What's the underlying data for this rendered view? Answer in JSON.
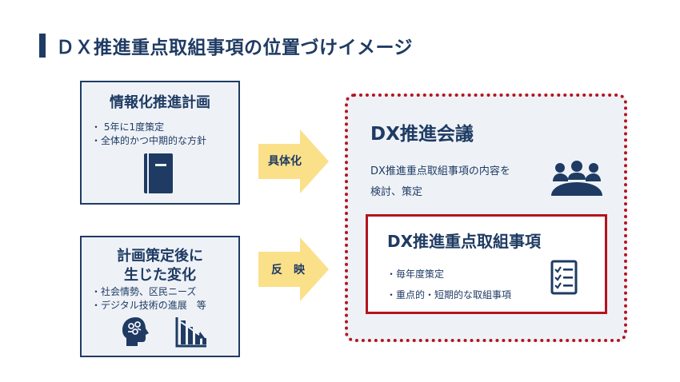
{
  "title": "ＤＸ推進重点取組事項の位置づけイメージ",
  "plan_box": {
    "heading": "情報化推進計画",
    "bullets": [
      "・ 5年に1度策定",
      "・全体的かつ中期的な方針"
    ]
  },
  "change_box": {
    "heading_line1": "計画策定後に",
    "heading_line2": "生じた変化",
    "bullets": [
      "・社会情勢、区民ニーズ",
      "・デジタル技術の進展　等"
    ]
  },
  "arrows": {
    "top_label": "具体化",
    "bottom_label": "反　映"
  },
  "meeting": {
    "title": "DX推進会議",
    "desc_line1": "DX推進重点取組事項の内容を",
    "desc_line2": "検討、策定"
  },
  "focus": {
    "title": "DX推進重点取組事項",
    "bullets": [
      "・毎年度策定",
      "・重点的・短期的な取組事項"
    ]
  },
  "colors": {
    "navy": "#1f3b63",
    "red": "#b4141e",
    "arrow": "#fbe08a",
    "panel": "#eef2f7"
  },
  "icons": [
    "notebook-icon",
    "brain-icon",
    "declining-chart-icon",
    "meeting-icon",
    "checklist-icon"
  ]
}
